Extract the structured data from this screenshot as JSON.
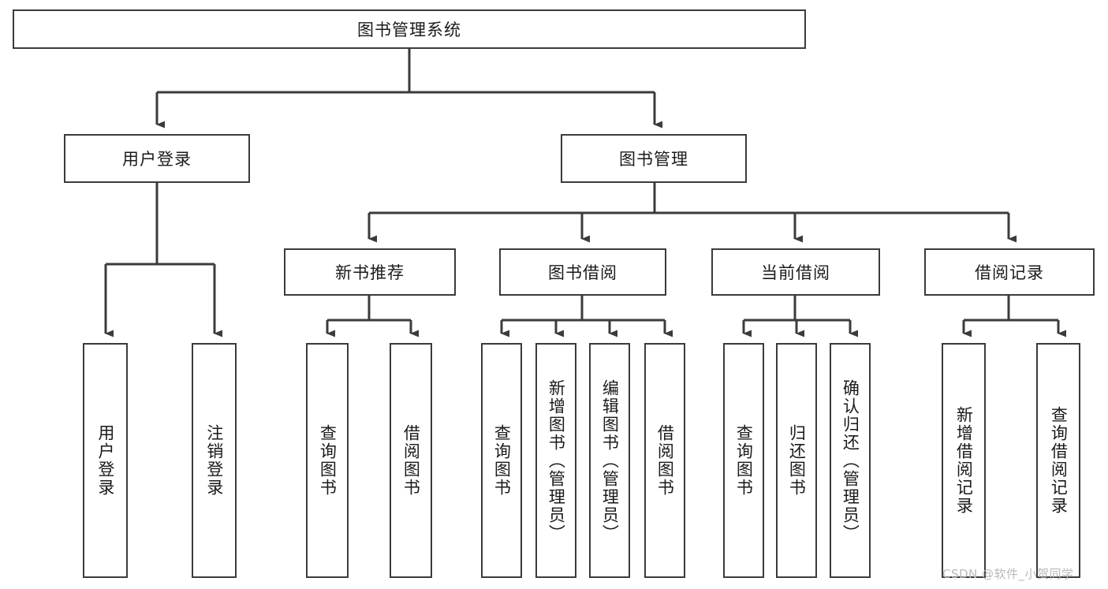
{
  "diagram": {
    "type": "tree-hierarchy-chart",
    "title": "图书管理系统",
    "watermark": "CSDN @软件_小贺同学",
    "colors": {
      "background": "#ffffff",
      "stroke": "#3b3b3b",
      "text": "#1a1a1a",
      "watermark": "#b9b9b9"
    },
    "root": {
      "label": "图书管理系统"
    },
    "level1": [
      {
        "id": "user-login",
        "label": "用户登录"
      },
      {
        "id": "book-management",
        "label": "图书管理"
      }
    ],
    "level2": [
      {
        "id": "new-book-recommend",
        "label": "新书推荐",
        "parent": "book-management"
      },
      {
        "id": "book-borrow",
        "label": "图书借阅",
        "parent": "book-management"
      },
      {
        "id": "current-borrow",
        "label": "当前借阅",
        "parent": "book-management"
      },
      {
        "id": "borrow-record",
        "label": "借阅记录",
        "parent": "book-management"
      }
    ],
    "leaves": [
      {
        "id": "leaf-user-login",
        "label": "用户登录",
        "parent": "user-login"
      },
      {
        "id": "leaf-user-logout",
        "label": "注销登录",
        "parent": "user-login"
      },
      {
        "id": "leaf-query-book-1",
        "label": "查询图书",
        "parent": "new-book-recommend"
      },
      {
        "id": "leaf-borrow-book-1",
        "label": "借阅图书",
        "parent": "new-book-recommend"
      },
      {
        "id": "leaf-query-book-2",
        "label": "查询图书",
        "parent": "book-borrow"
      },
      {
        "id": "leaf-add-book",
        "label": "新增图书（管理员）",
        "parent": "book-borrow"
      },
      {
        "id": "leaf-edit-book",
        "label": "编辑图书（管理员）",
        "parent": "book-borrow"
      },
      {
        "id": "leaf-borrow-book-2",
        "label": "借阅图书",
        "parent": "book-borrow"
      },
      {
        "id": "leaf-query-book-3",
        "label": "查询图书",
        "parent": "current-borrow"
      },
      {
        "id": "leaf-return-book",
        "label": "归还图书",
        "parent": "current-borrow"
      },
      {
        "id": "leaf-confirm-return",
        "label": "确认归还（管理员）",
        "parent": "current-borrow"
      },
      {
        "id": "leaf-add-record",
        "label": "新增借阅记录",
        "parent": "borrow-record"
      },
      {
        "id": "leaf-query-record",
        "label": "查询借阅记录",
        "parent": "borrow-record"
      }
    ]
  }
}
